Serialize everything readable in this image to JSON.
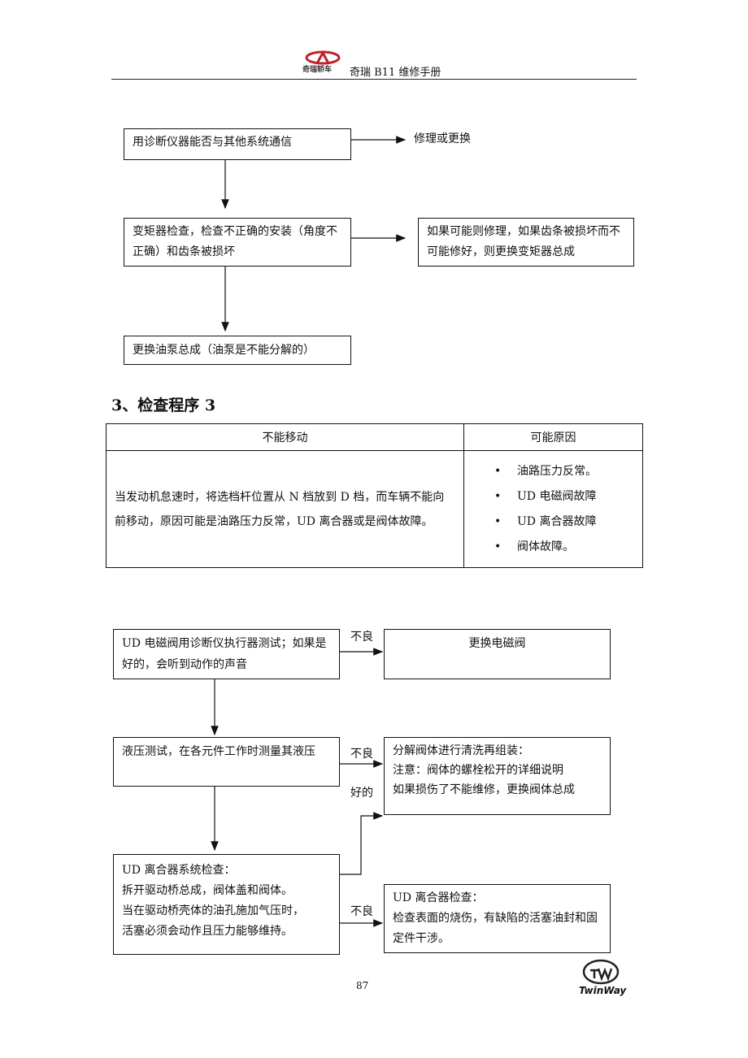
{
  "header": {
    "logo_text": "奇瑞轿车",
    "title": "奇瑞 B11 维修手册"
  },
  "flow1": {
    "step1": "用诊断仪器能否与其他系统通信",
    "step1_result": "修理或更换",
    "step2": "变矩器检查，检查不正确的安装（角度不正确）和齿条被损坏",
    "step2_result": "如果可能则修理，如果齿条被损坏而不可能修好，则更换变矩器总成",
    "step3": "更换油泵总成（油泵是不能分解的）"
  },
  "section_heading": "3、检查程序 3",
  "table": {
    "col1_header": "不能移动",
    "col2_header": "可能原因",
    "description": "当发动机怠速时，将选档杆位置从 N 档放到 D 档，而车辆不能向前移动，原因可能是油路压力反常，UD 离合器或是阀体故障。",
    "causes": [
      "油路压力反常。",
      "UD 电磁阀故障",
      "UD 离合器故障",
      "阀体故障。"
    ]
  },
  "flow2": {
    "step1": "UD 电磁阀用诊断仪执行器测试；如果是好的，会听到动作的声音",
    "step1_bad_label": "不良",
    "step1_bad_result": "更换电磁阀",
    "step2": "液压测试，在各元件工作时测量其液压",
    "step2_bad_label": "不良",
    "step2_good_label": "好的",
    "step2_bad_result": [
      "分解阀体进行清洗再组装：",
      "注意：阀体的螺栓松开的详细说明",
      "如果损伤了不能维修，更换阀体总成"
    ],
    "step3": [
      "UD 离合器系统检查：",
      "拆开驱动桥总成，阀体盖和阀体。",
      "当在驱动桥壳体的油孔施加气压时，",
      "活塞必须会动作且压力能够维持。"
    ],
    "step3_bad_label": "不良",
    "step3_bad_result": [
      "UD 离合器检查：",
      "检查表面的烧伤，有缺陷的活塞油封和固定件干涉。"
    ]
  },
  "footer": {
    "page_number": "87",
    "brand": "TwinWay"
  }
}
